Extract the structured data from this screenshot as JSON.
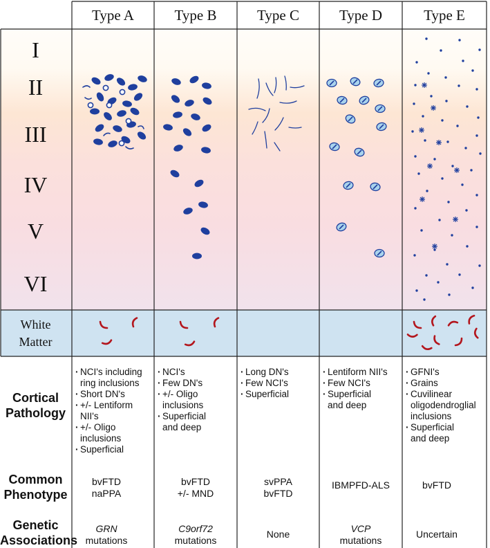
{
  "columns": [
    "Type A",
    "Type B",
    "Type C",
    "Type D",
    "Type E"
  ],
  "layers": [
    "I",
    "II",
    "III",
    "IV",
    "V",
    "VI"
  ],
  "white_matter_label": [
    "White",
    "Matter"
  ],
  "row_labels": {
    "cortical_pathology": [
      "Cortical",
      "Pathology"
    ],
    "common_phenotype": [
      "Common",
      "Phenotype"
    ],
    "genetic_associations": [
      "Genetic",
      "Associations"
    ]
  },
  "cortical_pathology": [
    [
      "NCI's including ring inclusions",
      "Short DN's",
      "+/- Lentiform NII's",
      "+/- Oligo inclusions",
      "Superficial"
    ],
    [
      "NCI's",
      "Few DN's",
      "+/- Oligo inclusions",
      "Superficial and deep"
    ],
    [
      "Long DN's",
      "Few NCI's",
      "Superficial"
    ],
    [
      "Lentiform NII's",
      "Few NCI's",
      "Superficial and deep"
    ],
    [
      "GFNI's",
      "Grains",
      "Cuvilinear oligodendroglial inclusions",
      "Superficial and deep"
    ]
  ],
  "common_phenotype": [
    [
      "bvFTD",
      "naPPA"
    ],
    [
      "bvFTD",
      "+/- MND"
    ],
    [
      "svPPA",
      "bvFTD"
    ],
    [
      "IBMPFD-ALS"
    ],
    [
      "bvFTD"
    ]
  ],
  "genetic_associations": [
    {
      "gene": "GRN",
      "text": "mutations"
    },
    {
      "gene": "C9orf72",
      "text": "mutations"
    },
    {
      "gene": "",
      "text": "None"
    },
    {
      "gene": "VCP",
      "text": "mutations"
    },
    {
      "gene": "",
      "text": "Uncertain"
    }
  ],
  "colors": {
    "inclusion_blue": "#1f3f9e",
    "nii_fill": "#a9d3ec",
    "dystrophic_red": "#b3161d",
    "white_matter_bg": "#cfe3f1",
    "grid_line": "#222222"
  }
}
